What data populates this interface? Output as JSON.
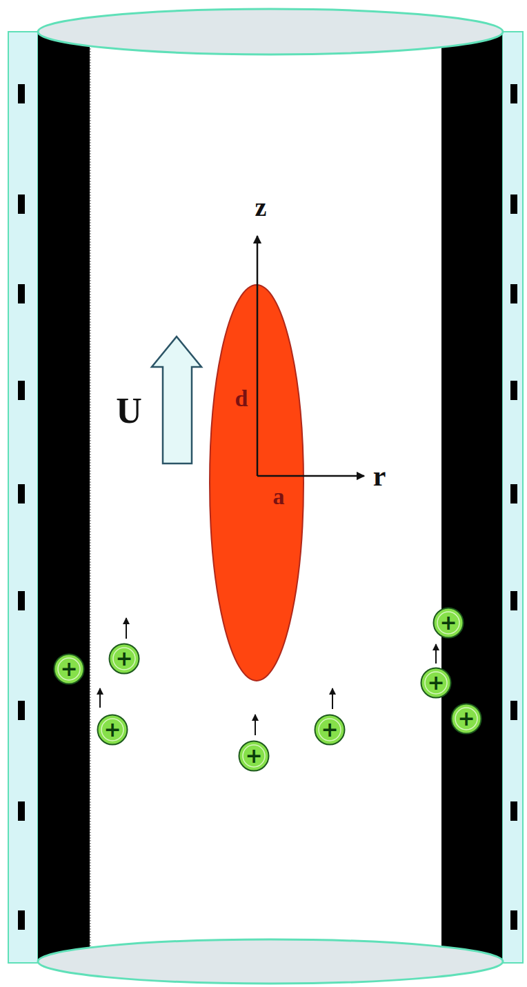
{
  "diagram": {
    "nodes": [
      {
        "text": [
          "+"
        ]
      },
      {
        "text": [
          "+"
        ]
      },
      {
        "text": [
          "+"
        ]
      },
      {
        "text": [
          "+"
        ]
      },
      {
        "text": [
          "+"
        ]
      },
      {
        "text": [
          "+"
        ]
      },
      {
        "text": [
          "+"
        ]
      },
      {
        "text": [
          "+"
        ]
      }
    ],
    "labels": [
      "z",
      "d",
      "U",
      "a",
      "r"
    ]
  }
}
